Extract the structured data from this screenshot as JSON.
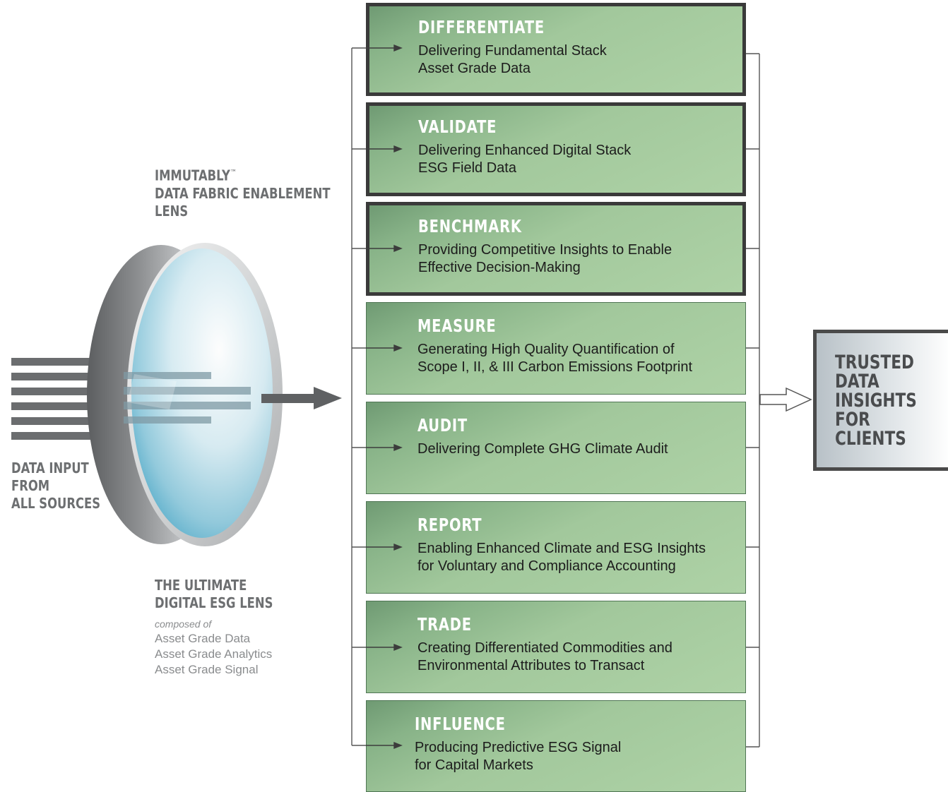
{
  "lens_label": {
    "line1": "IMMUTABLY",
    "trademark": "™",
    "line2": "DATA FABRIC ENABLEMENT",
    "line3": "LENS"
  },
  "input_label": {
    "line1": "DATA INPUT",
    "line2": "FROM",
    "line3": "ALL SOURCES"
  },
  "ultimate_label": {
    "line1": "THE ULTIMATE",
    "line2": "DIGITAL ESG LENS",
    "composed": "composed of",
    "items": [
      "Asset Grade Data",
      "Asset Grade Analytics",
      "Asset Grade Signal"
    ]
  },
  "stages": [
    {
      "title": "DIFFERENTIATE",
      "desc1": "Delivering Fundamental Stack",
      "desc2": "Asset Grade Data",
      "highlighted": true
    },
    {
      "title": "VALIDATE",
      "desc1": "Delivering Enhanced Digital Stack",
      "desc2": "ESG Field Data",
      "highlighted": true
    },
    {
      "title": "BENCHMARK",
      "desc1": "Providing Competitive Insights to Enable",
      "desc2": "Effective Decision-Making",
      "highlighted": true
    },
    {
      "title": "MEASURE",
      "desc1": "Generating High Quality Quantification of",
      "desc2": "Scope I, II, & III Carbon Emissions Footprint",
      "highlighted": false
    },
    {
      "title": "AUDIT",
      "desc1": "Delivering Complete GHG Climate Audit",
      "desc2": "",
      "highlighted": false
    },
    {
      "title": "REPORT",
      "desc1": "Enabling Enhanced Climate and ESG Insights",
      "desc2": "for Voluntary and Compliance Accounting",
      "highlighted": false
    },
    {
      "title": "TRADE",
      "desc1": "Creating Differentiated Commodities and",
      "desc2": "Environmental Attributes to Transact",
      "highlighted": false
    },
    {
      "title": "INFLUENCE",
      "desc1": "Producing Predictive ESG Signal",
      "desc2": "for Capital Markets",
      "highlighted": false
    }
  ],
  "output": {
    "lines": [
      "TRUSTED",
      "DATA",
      "INSIGHTS",
      "FOR",
      "CLIENTS"
    ]
  },
  "colors": {
    "box_green_dark": "#6f9a73",
    "box_green_light": "#aed2a6",
    "heading_gray": "#6d6f71",
    "connector": "#555555"
  }
}
